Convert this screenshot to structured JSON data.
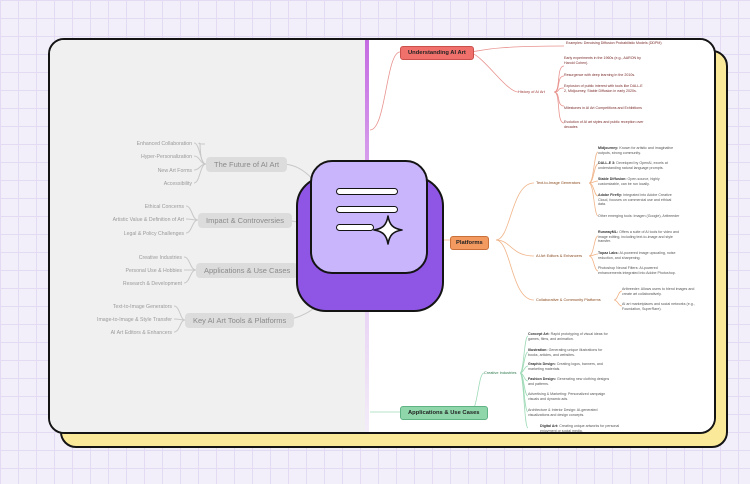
{
  "left_map": {
    "branches": [
      {
        "label": "The Future of AI Art",
        "leaves": [
          "Enhanced Collaboration",
          "Hyper-Personalization",
          "New Art Forms",
          "Accessibility"
        ]
      },
      {
        "label": "Impact & Controversies",
        "leaves": [
          "Ethical Concerns",
          "Artistic Value & Definition of Art",
          "Legal & Policy Challenges"
        ]
      },
      {
        "label": "Applications & Use Cases",
        "leaves": [
          "Creative Industries",
          "Personal Use & Hobbies",
          "Research & Development"
        ]
      },
      {
        "label": "Key AI Art Tools & Platforms",
        "leaves": [
          "Text-to-Image Generators",
          "Image-to-Image & Style Transfer",
          "AI Art Editors & Enhancers"
        ]
      }
    ]
  },
  "right_map": {
    "understanding": {
      "label": "Understanding AI Art",
      "top_leaf": "Examples: Denoising Diffusion Probabilistic Models (DDPM)",
      "history": {
        "label": "History of AI Art",
        "leaves": [
          "Early experiments in the 1960s (e.g., AARON by Harold Cohen).",
          "Resurgence with deep learning in the 2010s.",
          "Explosion of public interest with tools like DALL-E 2, Midjourney, Stable Diffusion in early 2020s.",
          "Milestones in AI Art Competitions and Exhibitions",
          "Evolution of AI art styles and public reception over decades"
        ]
      }
    },
    "platforms": {
      "label": "Platforms",
      "text_to_image": {
        "label": "Text-to-Image Generators",
        "leaves": [
          {
            "b": "Midjourney:",
            "t": " Known for artistic and imaginative outputs, strong community."
          },
          {
            "b": "DALL-E 3:",
            "t": " Developed by OpenAI, excels at understanding natural language prompts."
          },
          {
            "b": "Stable Diffusion:",
            "t": " Open-source, highly customizable, can be run locally."
          },
          {
            "b": "Adobe Firefly:",
            "t": " Integrated into Adobe Creative Cloud, focuses on commercial use and ethical data."
          },
          {
            "b": "",
            "t": "Other emerging tools: Imagen (Google), Artbreeder"
          }
        ]
      },
      "editors": {
        "label": "AI Art Editors & Enhancers",
        "leaves": [
          {
            "b": "RunwayML:",
            "t": " Offers a suite of AI tools for video and image editing, including text-to-image and style transfer."
          },
          {
            "b": "Topaz Labs:",
            "t": " AI-powered image upscaling, noise reduction, and sharpening."
          },
          {
            "b": "",
            "t": "Photoshop Neural Filters: AI-powered enhancements integrated into Adobe Photoshop."
          }
        ]
      },
      "community": {
        "label": "Collaborative & Community Platforms",
        "leaves": [
          {
            "b": "",
            "t": "Artbreeder: Allows users to blend images and create art collaboratively."
          },
          {
            "b": "",
            "t": "AI art marketplaces and social networks (e.g., Foundation, SuperRare)."
          }
        ]
      }
    },
    "applications": {
      "label": "Applications & Use Cases",
      "creative": {
        "label": "Creative Industries",
        "leaves": [
          {
            "b": "Concept Art:",
            "t": " Rapid prototyping of visual ideas for games, films, and animation."
          },
          {
            "b": "Illustration:",
            "t": " Generating unique illustrations for books, articles, and websites."
          },
          {
            "b": "Graphic Design:",
            "t": " Creating logos, banners, and marketing materials."
          },
          {
            "b": "Fashion Design:",
            "t": " Generating new clothing designs and patterns."
          },
          {
            "b": "",
            "t": "Advertising & Marketing: Personalized campaign visuals and dynamic ads."
          },
          {
            "b": "",
            "t": "Architecture & Interior Design: AI-generated visualizations and design concepts."
          },
          {
            "b": "Digital Art:",
            "t": " Creating unique artworks for personal enjoyment or social media."
          }
        ]
      }
    }
  },
  "colors": {
    "understanding_node": "#f0716c",
    "platforms_node": "#f39a61",
    "applications_node": "#8fd6ab",
    "key_top": "#c9b5fb",
    "key_base": "#8f56e6",
    "card_shadow": "#fbe99a"
  },
  "icon": "notes-sparkle-key-icon"
}
